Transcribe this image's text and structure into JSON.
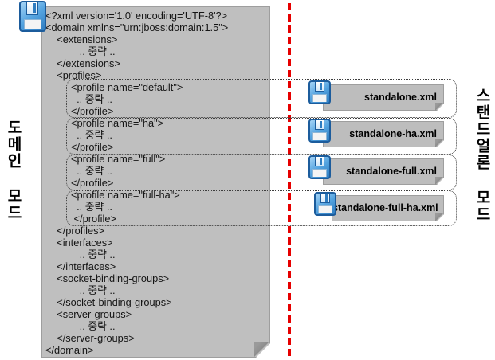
{
  "labels": {
    "left_vertical": "도메인 모드",
    "right_vertical": "스탠드얼론 모드"
  },
  "document": {
    "title_icon": "floppy-disk-icon",
    "xml_lines": [
      "<?xml version='1.0' encoding='UTF-8'?>",
      "<domain xmlns=\"urn:jboss:domain:1.5\">",
      "    <extensions>",
      "            .. 중략 ..",
      "    </extensions>",
      "    <profiles>",
      "         <profile name=\"default\">",
      "           .. 중략 ..",
      "         </profile>",
      "         <profile name=\"ha\">",
      "           .. 중략 ..",
      "         </profile>",
      "         <profile name=\"full\">",
      "           .. 중략 ..",
      "         </profile>",
      "         <profile name=\"full-ha\">",
      "           .. 중략 ..",
      "          </profile>",
      "    </profiles>",
      "    <interfaces>",
      "            .. 중략 ..",
      "    </interfaces>",
      "    <socket-binding-groups>",
      "            .. 중략 ..",
      "    </socket-binding-groups>",
      "    <server-groups>",
      "            .. 중략 ..",
      "    </server-groups>",
      "</domain>"
    ]
  },
  "profile_groups": [
    {
      "profile": "default",
      "file": "standalone.xml"
    },
    {
      "profile": "ha",
      "file": "standalone-ha.xml"
    },
    {
      "profile": "full",
      "file": "standalone-full.xml"
    },
    {
      "profile": "full-ha",
      "file": "standalone-full-ha.xml"
    }
  ],
  "colors": {
    "document_gray": "#bfbfbf",
    "file_card_gray": "#bdbdbd",
    "divider_red": "#e60000",
    "floppy_blue": "#3f90d6",
    "fold_gray": "#8e8e8e"
  }
}
